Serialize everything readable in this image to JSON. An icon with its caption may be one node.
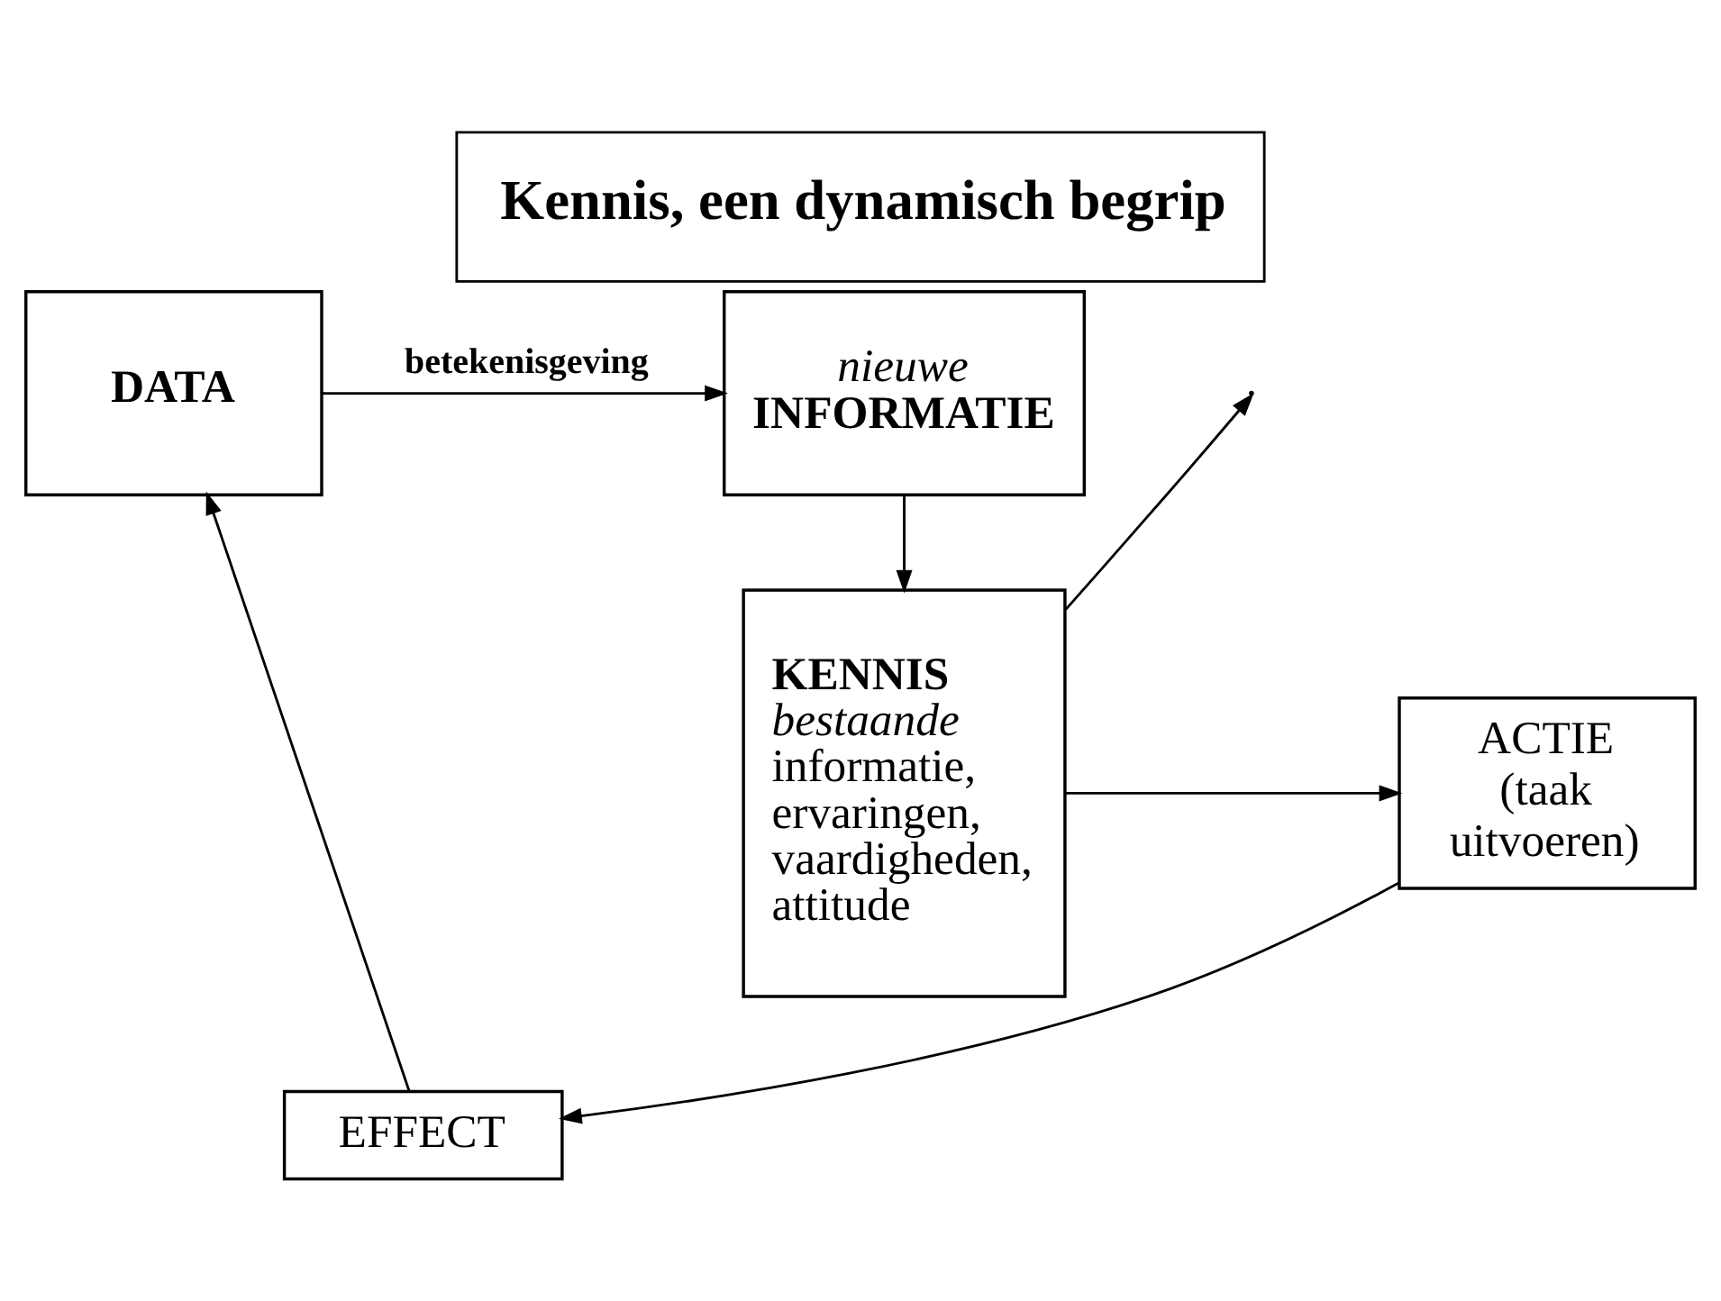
{
  "diagram": {
    "title": "Kennis, een dynamisch begrip",
    "nodes": [
      {
        "text": [
          "DATA"
        ]
      },
      {
        "text": [
          "nieuwe",
          "INFORMATIE"
        ]
      },
      {
        "text": [
          "EFFECT"
        ]
      },
      {
        "text": [
          "ACTIE (taak uitvoeren)"
        ]
      },
      {
        "text": [
          "KENNIS",
          "bestaande",
          "informatie, ervaringen, vaardigheden, attitude"
        ]
      }
    ],
    "edges": [
      {
        "from": 0,
        "to": 1,
        "arrow": "to",
        "label": "betekenisgeving"
      },
      {
        "from": 4,
        "to": null,
        "arrow": "to"
      },
      {
        "from": 1,
        "to": 4,
        "arrow": "to"
      },
      {
        "from": 4,
        "to": 3,
        "arrow": "to"
      },
      {
        "from": 3,
        "to": 2,
        "arrow": "to"
      },
      {
        "from": 2,
        "to": 0,
        "arrow": "to"
      }
    ]
  }
}
